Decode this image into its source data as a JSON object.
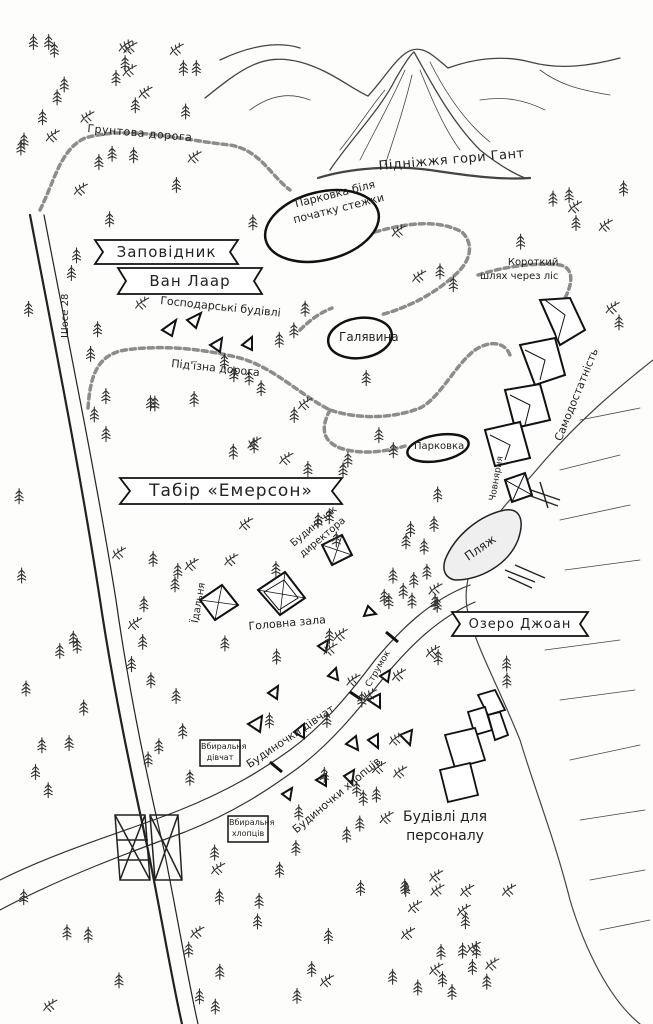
{
  "labels": {
    "mountain": "Підніжжя гори Гант",
    "dirt_road": "Грунтова дорога",
    "trail_parking": "Парковка біля\nпочатку стежки",
    "reserve_line1": "Заповідник",
    "reserve_line2": "Ван Лаар",
    "highway": "Шосе 28",
    "farm_buildings": "Господарські будівлі",
    "meadow": "Галявина",
    "driveway": "Під'їзна дорога",
    "shortcut": "Короткий\nшлях через ліс",
    "self_reliance": "Самодостатність",
    "parking": "Парковка",
    "camp": "Табір «Емерсон»",
    "boathouse": "Човнярня",
    "beach": "Пляж",
    "directors_cabin": "Будиночок\nдиректора",
    "dining_hall": "Їдальня",
    "main_hall": "Головна зала",
    "lake": "Озеро Джоан",
    "stream": "Струмок",
    "girls_cabins": "Будиночки дівчат",
    "girls_toilets": "Вбиральня\nдівчат",
    "boys_cabins": "Будиночки хлопців",
    "boys_toilets": "Вбиральня\nхлопців",
    "staff_buildings": "Будівлі для\nперсоналу"
  },
  "colors": {
    "ink": "#222222",
    "road_dash": "#8c8c8c",
    "paper": "#fdfdfb"
  }
}
